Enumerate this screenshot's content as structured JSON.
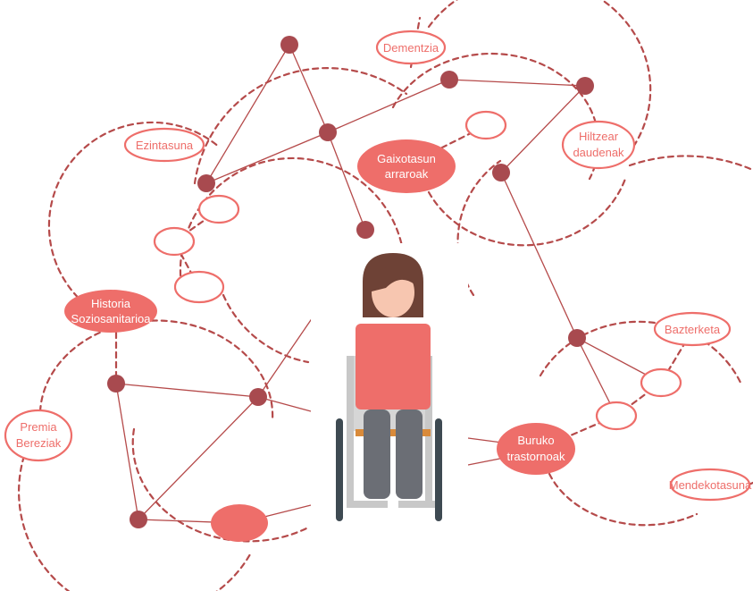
{
  "colors": {
    "accent": "#ee6e6a",
    "node": "#a84a4f",
    "line": "#b54a4a",
    "hair": "#6e4236",
    "skin": "#f7c6b0",
    "shirt": "#ee6e6a",
    "legs": "#6b6e75",
    "wheelchair_frame": "#cfcfcf",
    "wheel": "#3e4a52",
    "seat": "#d98a3a"
  },
  "labels": {
    "dementzia": "Dementzia",
    "ezintasuna": "Ezintasuna",
    "gaixotasun_line1": "Gaixotasun",
    "gaixotasun_line2": "arraroak",
    "hiltzear_line1": "Hiltzear",
    "hiltzear_line2": "daudenak",
    "historia_line1": "Historia",
    "historia_line2": "Soziosanitarioa",
    "premia_line1": "Premia",
    "premia_line2": "Bereziak",
    "bazterketa": "Bazterketa",
    "buruko_line1": "Buruko",
    "buruko_line2": "trastornoak",
    "mendekotasuna": "Mendekotasuna"
  }
}
